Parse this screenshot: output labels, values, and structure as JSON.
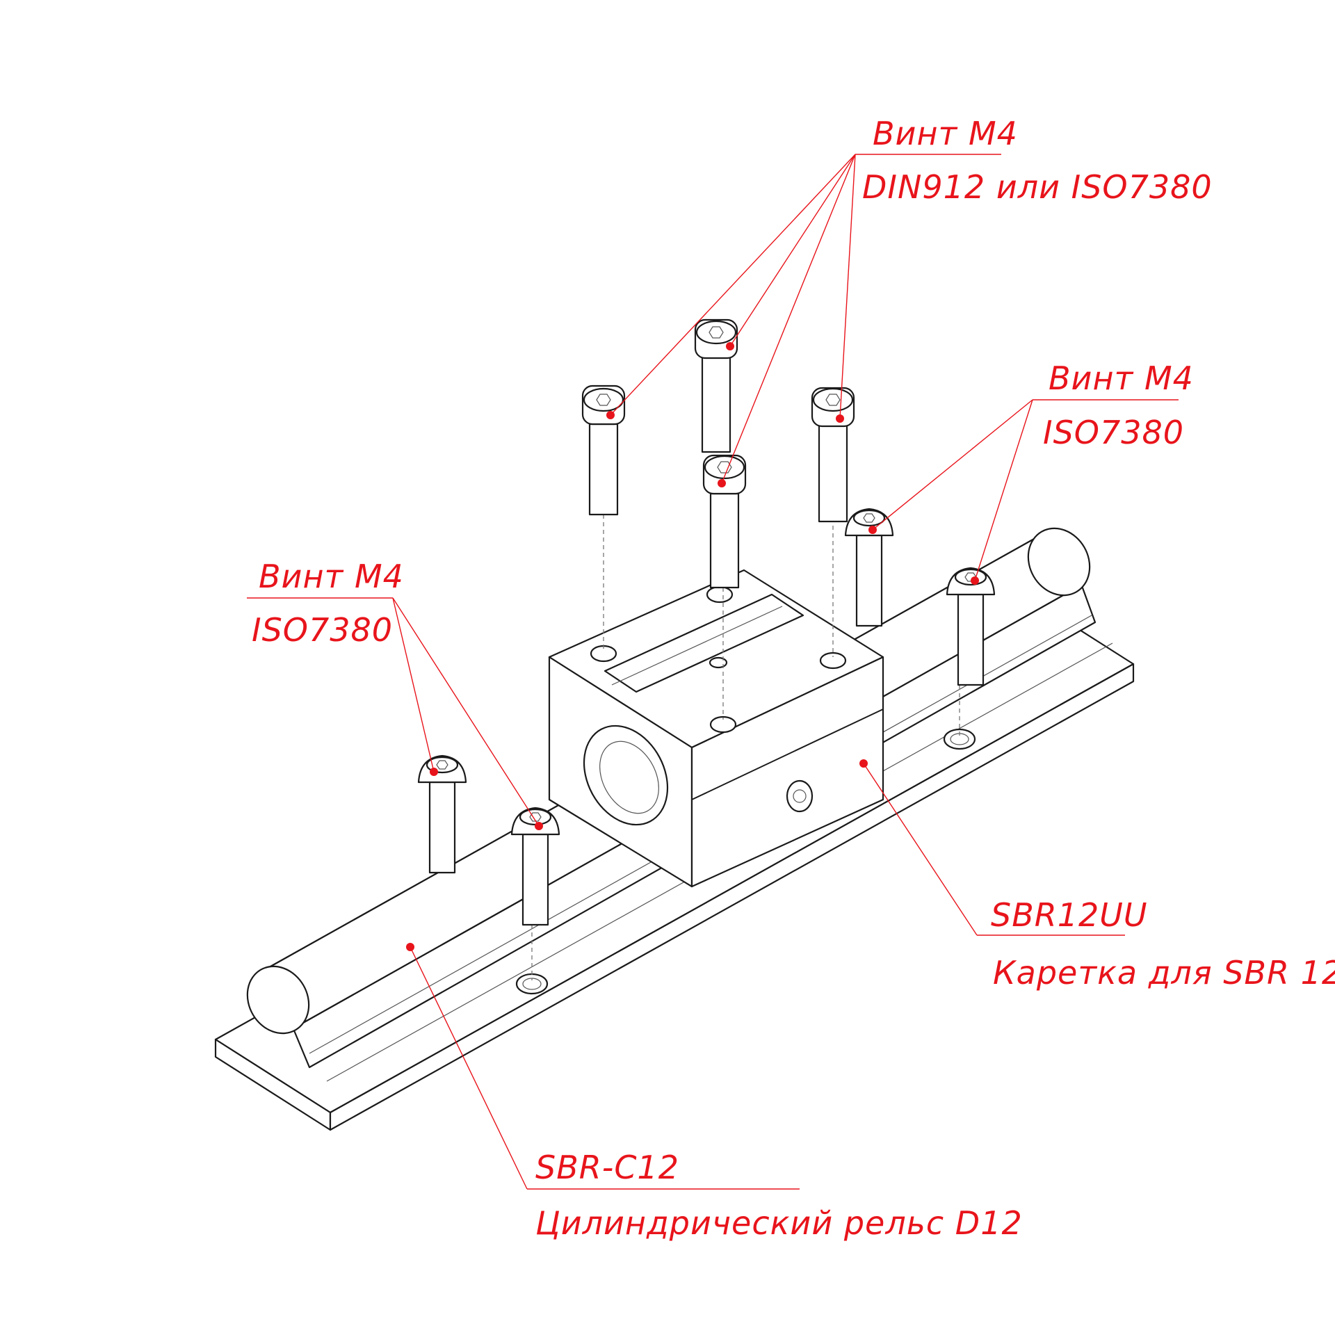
{
  "labels": {
    "screw_top": {
      "line1": "Винт М4",
      "line2": "DIN912 или ISO7380"
    },
    "screw_right": {
      "line1": "Винт М4",
      "line2": "ISO7380"
    },
    "screw_left": {
      "line1": "Винт М4",
      "line2": "ISO7380"
    },
    "carriage": {
      "line1": "SBR12UU",
      "line2": "Каретка для SBR 12"
    },
    "rail": {
      "line1": "SBR-C12",
      "line2": "Цилиндрический рельс D12"
    }
  },
  "colors": {
    "annotation": "#e8141b",
    "line": "#1a1a1a",
    "background": "#ffffff"
  }
}
